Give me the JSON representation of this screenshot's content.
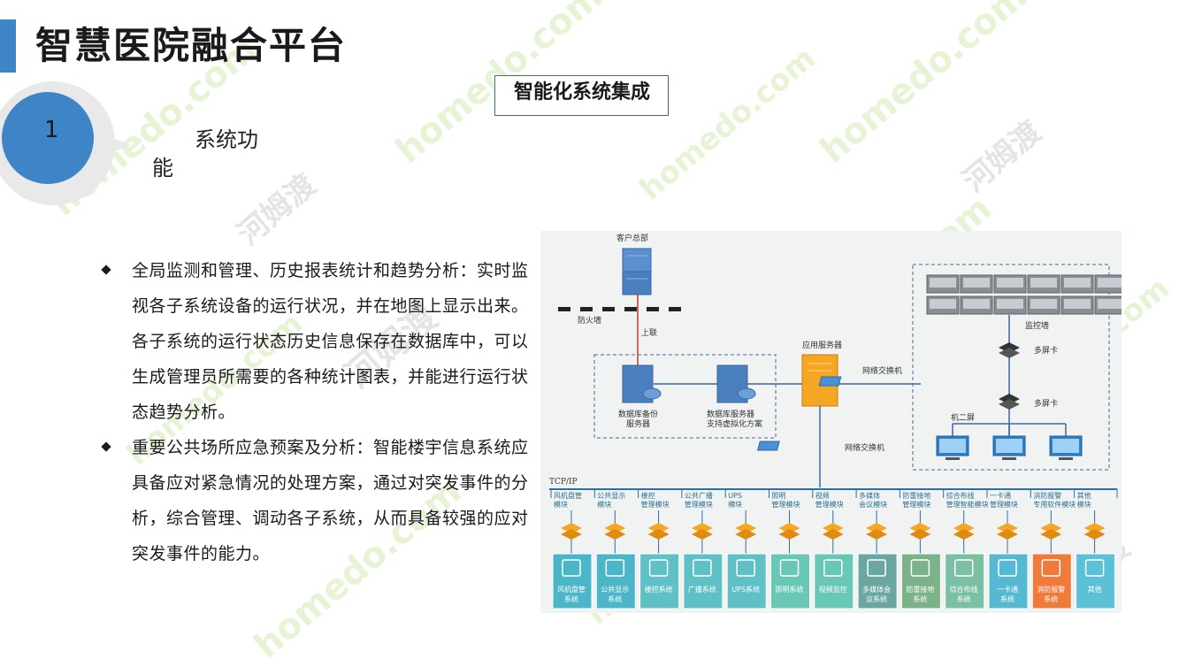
{
  "page": {
    "title": "智慧医院融合平台",
    "badge_number": "1",
    "section_label": "系统功能",
    "subtitle": "智能化系统集成"
  },
  "bullets": [
    "全局监测和管理、历史报表统计和趋势分析：实时监视各子系统设备的运行状况，并在地图上显示出来。各子系统的运行状态历史信息保存在数据库中，可以生成管理员所需要的各种统计图表，并能进行运行状态趋势分析。",
    "重要公共场所应急预案及分析：智能楼宇信息系统应具备应对紧急情况的处理方案，通过对突发事件的分析，综合管理、调动各子系统，从而具备较强的应对突发事件的能力。"
  ],
  "diagram": {
    "hq_label": "客户总部",
    "firewall_label": "防火墙",
    "uplink_label": "上联",
    "db_backup_label_1": "数据库备份",
    "db_backup_label_2": "服务器",
    "db_server_label_1": "数据库服务器",
    "db_server_label_2": "支持虚拟化方案",
    "app_server_label": "应用服务器",
    "switch_label_1": "网络交换机",
    "switch_label_2": "网络交换机",
    "monitor_wall_label": "监控墙",
    "multi_screen_card_1": "多屏卡",
    "multi_screen_card_2": "多屏卡",
    "dual_screen_label": "机二屏",
    "bus_label": "TCP/IP",
    "modules": [
      {
        "line1": "风机盘管",
        "line2": "模块"
      },
      {
        "line1": "公共显示",
        "line2": "模块"
      },
      {
        "line1": "楼控",
        "line2": "管理模块"
      },
      {
        "line1": "公共广播",
        "line2": "管理模块"
      },
      {
        "line1": "UPS",
        "line2": "模块"
      },
      {
        "line1": "照明",
        "line2": "管理模块"
      },
      {
        "line1": "视频",
        "line2": "管理模块"
      },
      {
        "line1": "多媒体",
        "line2": "会议模块"
      },
      {
        "line1": "防雷接地",
        "line2": "管理模块"
      },
      {
        "line1": "综合布线",
        "line2": "管理智能模块"
      },
      {
        "line1": "一卡通",
        "line2": "管理模块"
      },
      {
        "line1": "消防报警",
        "line2": "专用软件模块"
      },
      {
        "line1": "其他",
        "line2": "模块"
      }
    ],
    "systems": [
      {
        "line1": "风机盘管",
        "line2": "系统",
        "color": "#4cb6c9",
        "icon": "cube-icon"
      },
      {
        "line1": "公共显示",
        "line2": "系统",
        "color": "#4cb6c9",
        "icon": "keyboard-icon"
      },
      {
        "line1": "楼控系统",
        "line2": "",
        "color": "#5fc1c6",
        "icon": "building-icon"
      },
      {
        "line1": "广播系统",
        "line2": "",
        "color": "#5fc1c6",
        "icon": "megaphone-icon"
      },
      {
        "line1": "UPS系统",
        "line2": "",
        "color": "#5fc1c6",
        "icon": "power-icon"
      },
      {
        "line1": "照明系统",
        "line2": "",
        "color": "#68c7b5",
        "icon": "lamp-icon"
      },
      {
        "line1": "视频监控",
        "line2": "",
        "color": "#68c7b5",
        "icon": "camera-icon"
      },
      {
        "line1": "多媒体会",
        "line2": "议系统",
        "color": "#6aa7a0",
        "icon": "microphone-icon"
      },
      {
        "line1": "防雷接地",
        "line2": "系统",
        "color": "#7bb287",
        "icon": "lightning-icon"
      },
      {
        "line1": "综合布线",
        "line2": "系统",
        "color": "#7bbfa5",
        "icon": "atom-icon"
      },
      {
        "line1": "一卡通",
        "line2": "系统",
        "color": "#56b9d2",
        "icon": "id-card-icon"
      },
      {
        "line1": "消防报警",
        "line2": "系统",
        "color": "#f07a3a",
        "icon": "fire-extinguisher-icon"
      },
      {
        "line1": "其他",
        "line2": "",
        "color": "#5cc0d6",
        "icon": "dots-icon"
      }
    ]
  },
  "watermark": {
    "text_en": "homedo.com",
    "text_cn": "河姆渡",
    "color_en": "#dff0c8",
    "color_cn": "#dcdcdc"
  },
  "colors": {
    "accent": "#3d85c6",
    "server_blue": "#4a7fc0",
    "app_server_orange": "#f5a623",
    "diamond_orange": "#f5a623"
  }
}
